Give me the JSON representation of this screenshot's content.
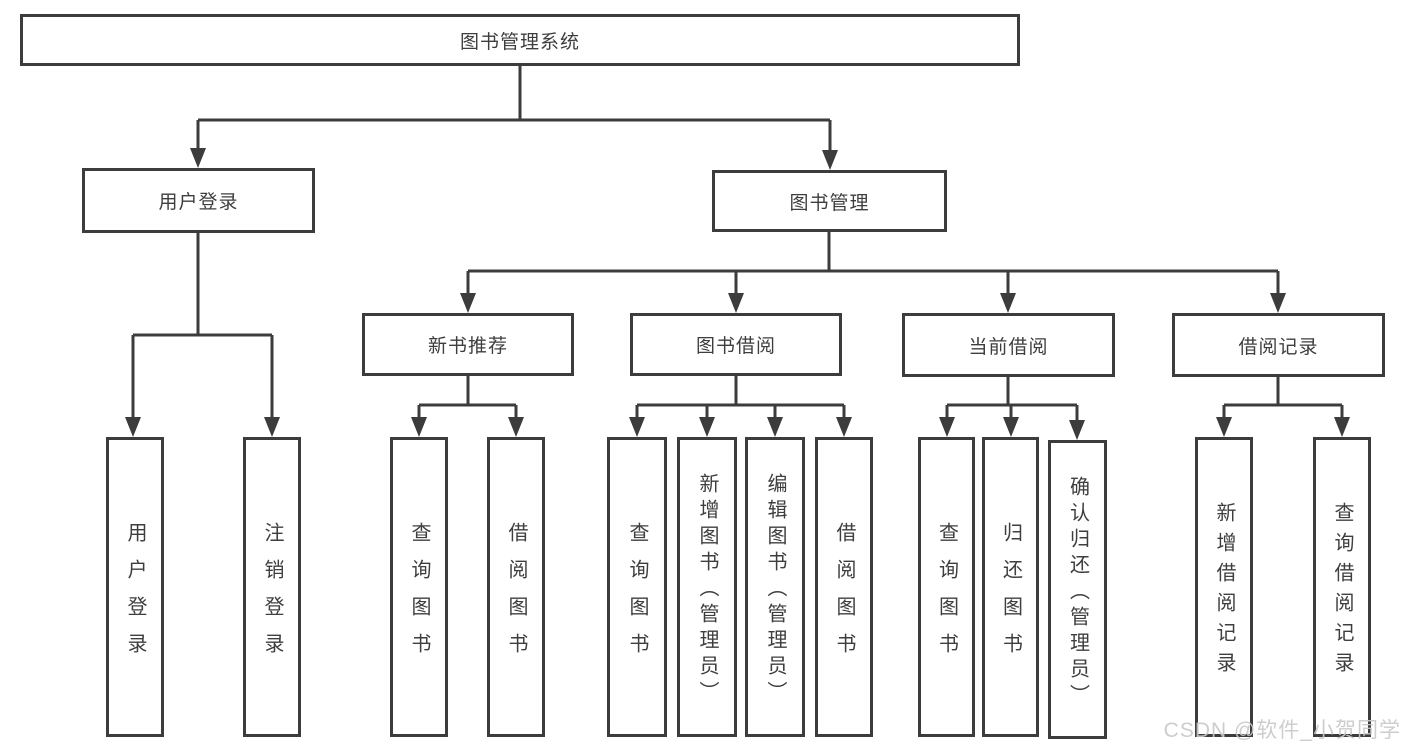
{
  "tree": {
    "root": {
      "label": "图书管理系统"
    },
    "level2": [
      {
        "label": "用户登录"
      },
      {
        "label": "图书管理"
      }
    ],
    "level3": [
      {
        "label": "新书推荐"
      },
      {
        "label": "图书借阅"
      },
      {
        "label": "当前借阅"
      },
      {
        "label": "借阅记录"
      }
    ],
    "leaves": {
      "user_login": [
        "用户登录",
        "注销登录"
      ],
      "new_book": [
        "查询图书",
        "借阅图书"
      ],
      "book_borrow": [
        "查询图书",
        "新增图书（管理员）",
        "编辑图书（管理员）",
        "借阅图书"
      ],
      "current_borrow": [
        "查询图书",
        "归还图书",
        "确认归还（管理员）"
      ],
      "borrow_record": [
        "新增借阅记录",
        "查询借阅记录"
      ]
    }
  },
  "watermark": "CSDN @软件_小贺同学",
  "colors": {
    "line": "#3c3c3c",
    "text": "#3e3e3e",
    "watermark": "#c9c9c9",
    "background": "#ffffff"
  }
}
